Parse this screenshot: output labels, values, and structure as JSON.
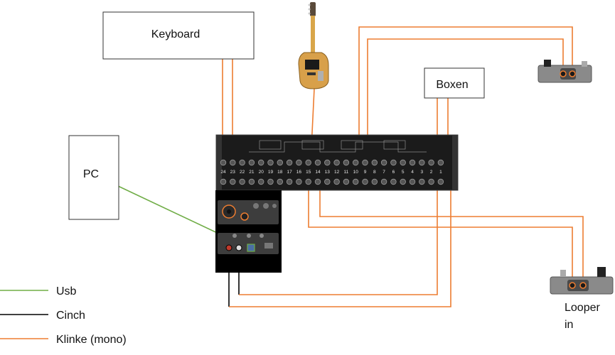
{
  "boxes": {
    "keyboard": "Keyboard",
    "boxen": "Boxen",
    "pc": "PC"
  },
  "patchbay": {
    "numbers": [
      "24",
      "23",
      "22",
      "21",
      "20",
      "19",
      "18",
      "17",
      "16",
      "15",
      "14",
      "13",
      "12",
      "11",
      "10",
      "9",
      "8",
      "7",
      "6",
      "5",
      "4",
      "3",
      "2",
      "1"
    ]
  },
  "looper": {
    "label_line1": "Looper",
    "label_line2": "in"
  },
  "legend": [
    {
      "label": "Usb",
      "color": "#70ad47"
    },
    {
      "label": "Cinch",
      "color": "#000000"
    },
    {
      "label": "Klinke (mono)",
      "color": "#ed7d31"
    }
  ],
  "colors": {
    "usb": "#70ad47",
    "cinch": "#000000",
    "klinke": "#ed7d31"
  },
  "icons": [
    "guitar-icon",
    "effect-pedal-icon",
    "looper-pedal-icon",
    "audio-interface-icon",
    "patchbay-icon"
  ]
}
